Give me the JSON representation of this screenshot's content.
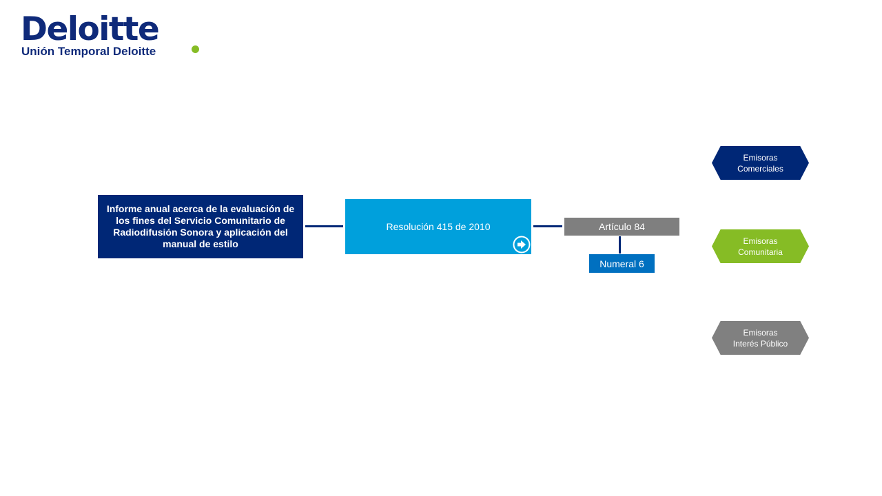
{
  "brand": {
    "name": "Deloitte",
    "subtitle": "Unión Temporal Deloitte",
    "colors": {
      "navy": "#0f2a7a",
      "green": "#86bc25"
    }
  },
  "diagram": {
    "main_box": {
      "text": "Informe anual acerca de la evaluación de los fines del Servicio Comunitario de Radiodifusión Sonora y aplicación del manual de estilo",
      "color": "#002776"
    },
    "resolution_box": {
      "text": "Resolución 415 de 2010",
      "color": "#00a0dc",
      "icon": "arrow-right-circle-icon"
    },
    "article_box": {
      "text": "Artículo 84",
      "color": "#7f7f7f"
    },
    "numeral_box": {
      "text": "Numeral 6",
      "color": "#0070c0"
    },
    "connector_color": "#002776"
  },
  "categories": [
    {
      "line1": "Emisoras",
      "line2": "Comerciales",
      "color": "#002776"
    },
    {
      "line1": "Emisoras",
      "line2": "Comunitaria",
      "color": "#86bc25"
    },
    {
      "line1": "Emisoras",
      "line2": "Interés Público",
      "color": "#808080"
    }
  ]
}
